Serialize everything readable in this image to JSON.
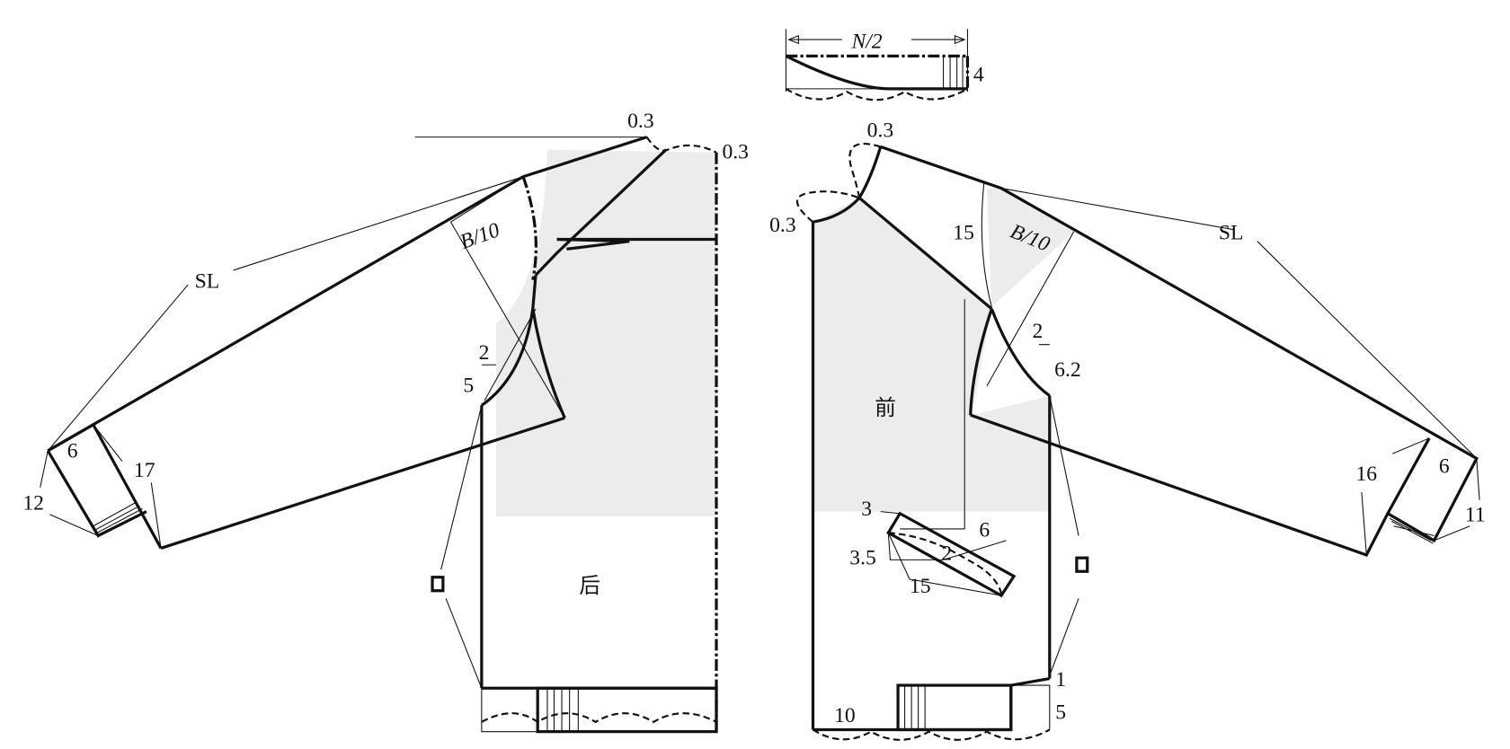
{
  "title_piece": {
    "width_label": "N/2",
    "height_label": "4"
  },
  "back": {
    "label": "后",
    "dims": {
      "neck_top": "0.3",
      "neck_side": "0.3",
      "armhole": "B/10",
      "sleeve_length": "SL",
      "under_2": "2",
      "under_5": "5",
      "cuff_width": "6",
      "cuff_17": "17",
      "cuff_12": "12"
    }
  },
  "front": {
    "label": "前",
    "dims": {
      "neck_top": "0.3",
      "neck_side": "0.3",
      "raglan_15": "15",
      "armhole": "B/10",
      "sleeve_length": "SL",
      "under_2": "2",
      "under_62": "6.2",
      "pocket_3": "3",
      "pocket_6": "6",
      "pocket_35": "3.5",
      "pocket_2": "2",
      "pocket_15": "15",
      "cuff_16": "16",
      "cuff_width": "6",
      "cuff_11": "11",
      "hem_1": "1",
      "hem_5": "5",
      "band_10": "10"
    }
  }
}
